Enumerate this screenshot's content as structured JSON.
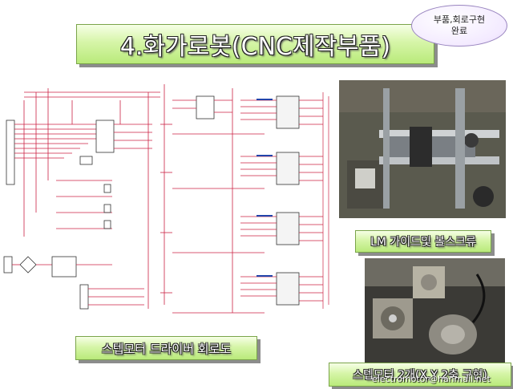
{
  "title": "4.화가로봇(CNC제작부품)",
  "status_bubble": {
    "line1": "부품,회로구현",
    "line2": "완료"
  },
  "captions": {
    "circuit": "스텝모터 드라이버 회로도",
    "lm": "LM 가이드및 볼스크류",
    "motor": "스텝모터 2개(X,Y 2축 구현)"
  },
  "watermark": "electromotor@hanmail.net",
  "colors": {
    "title_gradient": "#c8f08e",
    "bubble": "#efe4ff",
    "schematic_line": "#cc2244"
  }
}
